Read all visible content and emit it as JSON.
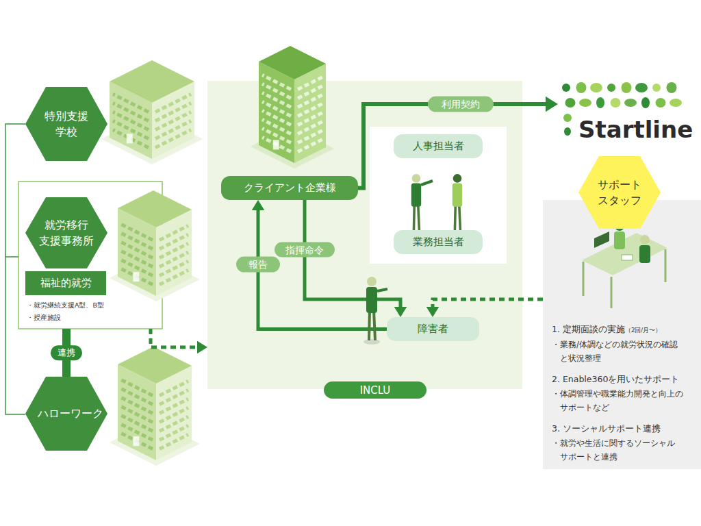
{
  "diagram": {
    "nodes": [
      {
        "text": [
          "特別支援 学校"
        ]
      },
      {
        "text": [
          "・就労継続支援A型、B型",
          "・授産施設"
        ]
      },
      {
        "text": [
          "就労移行 支援事務所"
        ],
        "in": 1
      },
      {
        "text": [
          "福祉的就労"
        ],
        "in": 1
      },
      {
        "text": [
          "ハローワーク"
        ]
      },
      {
        "text": [
          "INCLU"
        ]
      },
      {
        "text": [
          "クライアント企業様"
        ],
        "in": 5
      },
      {
        "text": [
          "人事担当者"
        ],
        "in": 5
      },
      {
        "text": [
          "業務担当者"
        ],
        "in": 5
      },
      {
        "text": [
          "障害者"
        ],
        "in": 5
      },
      {
        "text": [
          "Startline"
        ]
      },
      {
        "text": [
          "1. 定期面談の実施",
          "（2回/月〜）",
          "・業務/体調などの就労状況の確認 と状況整理",
          "2. Enable360を用いたサポート",
          "・体調管理や職業能力開発と向上の サポートなど",
          "3. ソーシャルサポート連携",
          "・就労や生活に関するソーシャル サポートと連携"
        ]
      },
      {
        "text": [
          "サポート スタッフ"
        ],
        "in": 11
      }
    ],
    "edges": [
      {
        "from": 6,
        "to": 10,
        "label": "利用契約",
        "arrow": "to"
      },
      {
        "from": 6,
        "to": 9,
        "label": "指揮命令",
        "arrow": "to"
      },
      {
        "from": 9,
        "to": 6,
        "label": "報告",
        "arrow": "to"
      },
      {
        "from": 1,
        "to": 4,
        "label": "連携",
        "arrow": "none"
      },
      {
        "from": 1,
        "to": 5,
        "arrow": "to"
      },
      {
        "from": 11,
        "to": 9,
        "arrow": "to"
      }
    ]
  }
}
